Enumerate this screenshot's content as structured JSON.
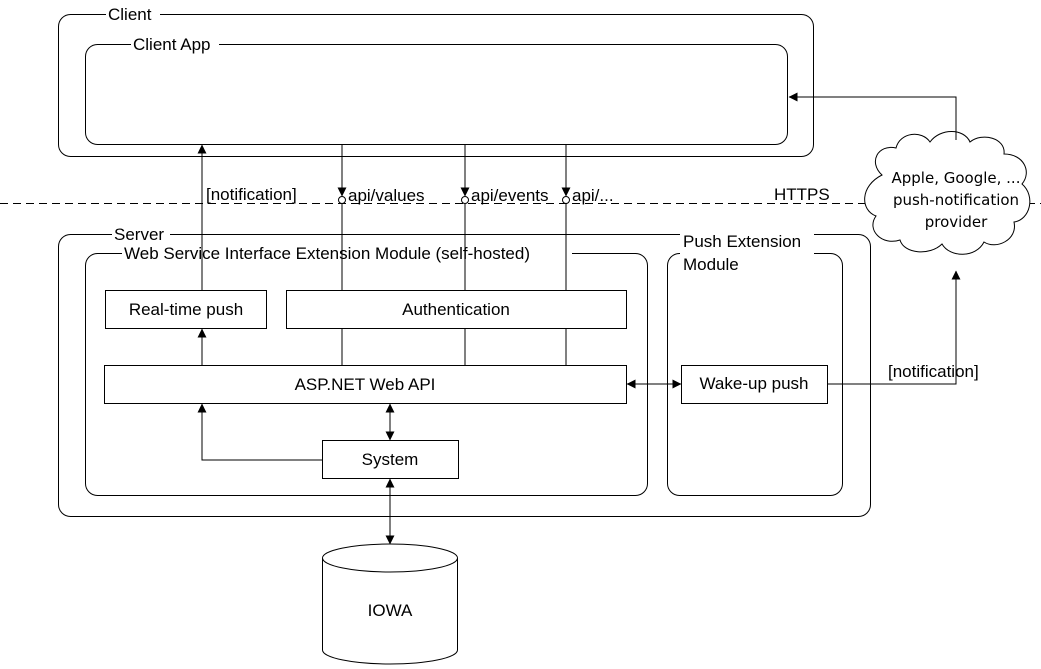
{
  "client": {
    "label": "Client",
    "app_label": "Client App"
  },
  "server": {
    "label": "Server",
    "web_module_label": "Web Service Interface Extension Module (self-hosted)",
    "push_module_label_line1": "Push Extension",
    "push_module_label_line2": "Module"
  },
  "boxes": {
    "realtime_push": "Real-time push",
    "authentication": "Authentication",
    "aspnet": "ASP.NET Web API",
    "system": "System",
    "wakeup_push": "Wake-up push",
    "database": "IOWA"
  },
  "interfaces": {
    "notification_left": "[notification]",
    "api_values": "api/values",
    "api_events": "api/events",
    "api_other": "api/...",
    "https": "HTTPS",
    "notification_right": "[notification]"
  },
  "cloud": {
    "line1": "Apple, Google, ...",
    "line2": "push-notification",
    "line3": "provider"
  }
}
